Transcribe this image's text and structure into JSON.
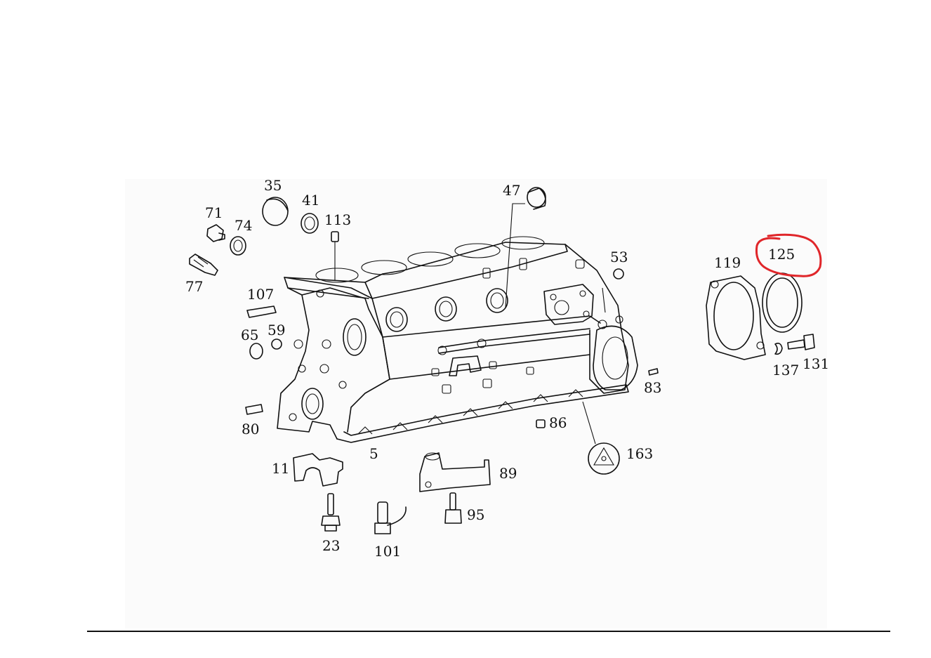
{
  "labels": {
    "p35": "35",
    "p41": "41",
    "p113": "113",
    "p47": "47",
    "p71": "71",
    "p74": "74",
    "p77": "77",
    "p107": "107",
    "p53": "53",
    "p119": "119",
    "p125": "125",
    "p65": "65",
    "p59": "59",
    "p137": "137",
    "p131": "131",
    "p83": "83",
    "p80": "80",
    "p86": "86",
    "p5": "5",
    "p163": "163",
    "p11": "11",
    "p89": "89",
    "p95": "95",
    "p23": "23",
    "p101": "101"
  },
  "colors": {
    "highlight": "#e0262a",
    "line": "#111111"
  }
}
